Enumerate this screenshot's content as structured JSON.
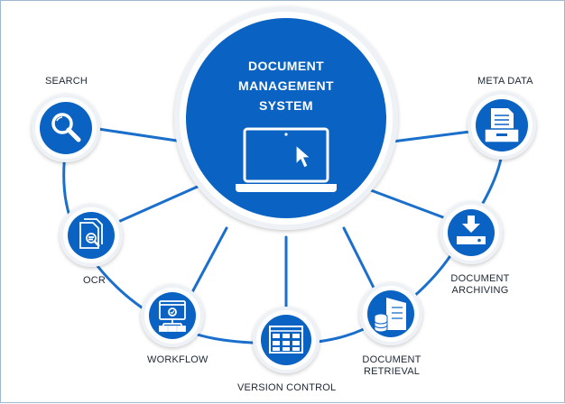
{
  "colors": {
    "primary": "#0a63c2",
    "connector": "#1a6fcc",
    "halo": "#eef2f6",
    "ring": "#ffffff",
    "text": "#1c2733"
  },
  "center": {
    "title_line1": "DOCUMENT",
    "title_line2": "MANAGEMENT",
    "title_line3": "SYSTEM",
    "icon": "laptop-cursor-icon"
  },
  "nodes": {
    "search": {
      "label": "SEARCH",
      "icon": "magnifier-icon"
    },
    "ocr": {
      "label": "OCR",
      "icon": "scanned-document-icon"
    },
    "workflow": {
      "label": "WORKFLOW",
      "icon": "workflow-chart-icon"
    },
    "version_control": {
      "label": "VERSION CONTROL",
      "icon": "grid-window-icon"
    },
    "document_retrieval": {
      "label_line1": "DOCUMENT",
      "label_line2": "RETRIEVAL",
      "icon": "server-database-icon"
    },
    "document_archiving": {
      "label_line1": "DOCUMENT",
      "label_line2": "ARCHIVING",
      "icon": "download-tray-icon"
    },
    "meta_data": {
      "label": "META DATA",
      "icon": "file-tray-icon"
    }
  }
}
